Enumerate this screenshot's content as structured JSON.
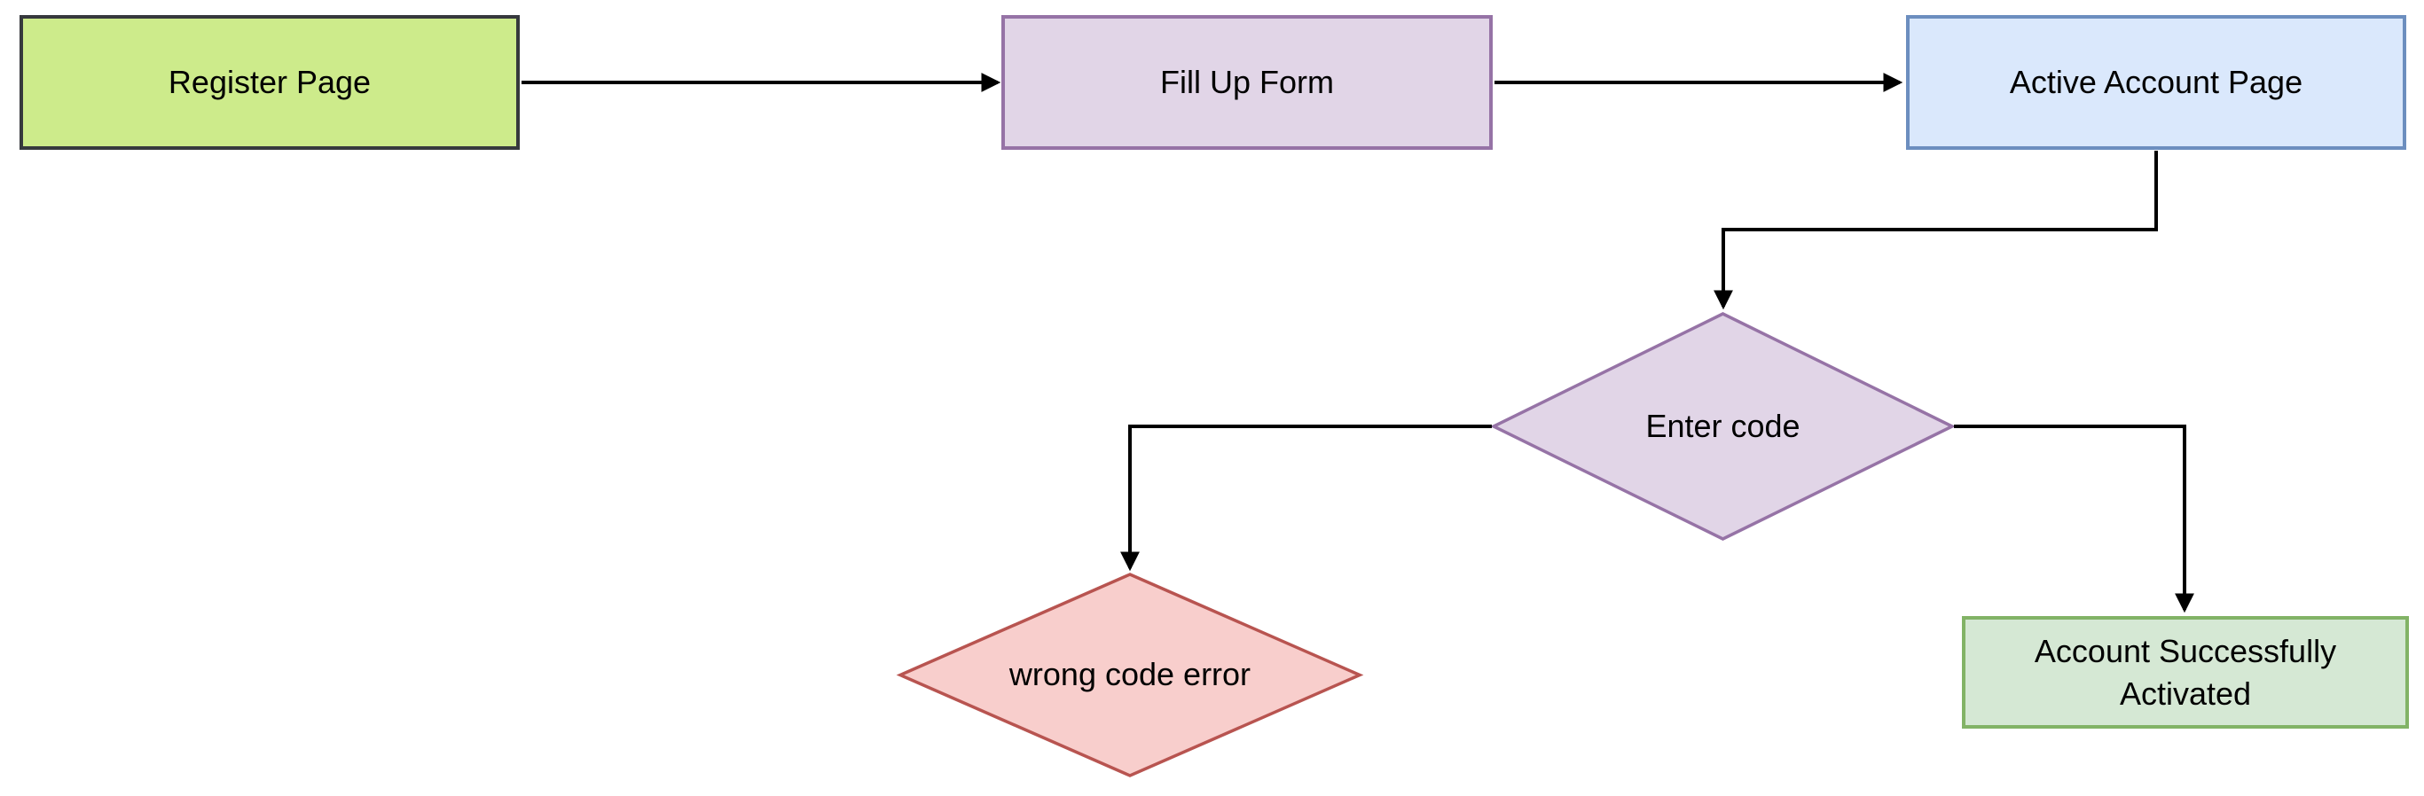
{
  "diagram": {
    "background_color": "#ffffff",
    "edge_color": "#000000",
    "text_color": "#000000",
    "nodes": [
      {
        "id": "register-page",
        "type": "rectangle",
        "label": "Register Page",
        "fill": "#cdeb8b",
        "border": "#36393d"
      },
      {
        "id": "fill-up-form",
        "type": "rectangle",
        "label": "Fill Up Form",
        "fill": "#e1d5e7",
        "border": "#9673a6"
      },
      {
        "id": "active-account-page",
        "type": "rectangle",
        "label": "Active Account Page",
        "fill": "#dae8fc",
        "border": "#6c8ebf"
      },
      {
        "id": "enter-code",
        "type": "diamond",
        "label": "Enter code",
        "fill": "#e1d5e7",
        "border": "#9673a6"
      },
      {
        "id": "wrong-code-error",
        "type": "diamond",
        "label": "wrong code error",
        "fill": "#f8cecc",
        "border": "#b85450"
      },
      {
        "id": "account-activated",
        "type": "rectangle",
        "label": "Account Successfully Activated",
        "fill": "#d5e8d4",
        "border": "#82b366"
      }
    ],
    "edges": [
      {
        "from": "register-page",
        "to": "fill-up-form"
      },
      {
        "from": "fill-up-form",
        "to": "active-account-page"
      },
      {
        "from": "active-account-page",
        "to": "enter-code"
      },
      {
        "from": "enter-code",
        "to": "wrong-code-error"
      },
      {
        "from": "enter-code",
        "to": "account-activated"
      }
    ]
  }
}
